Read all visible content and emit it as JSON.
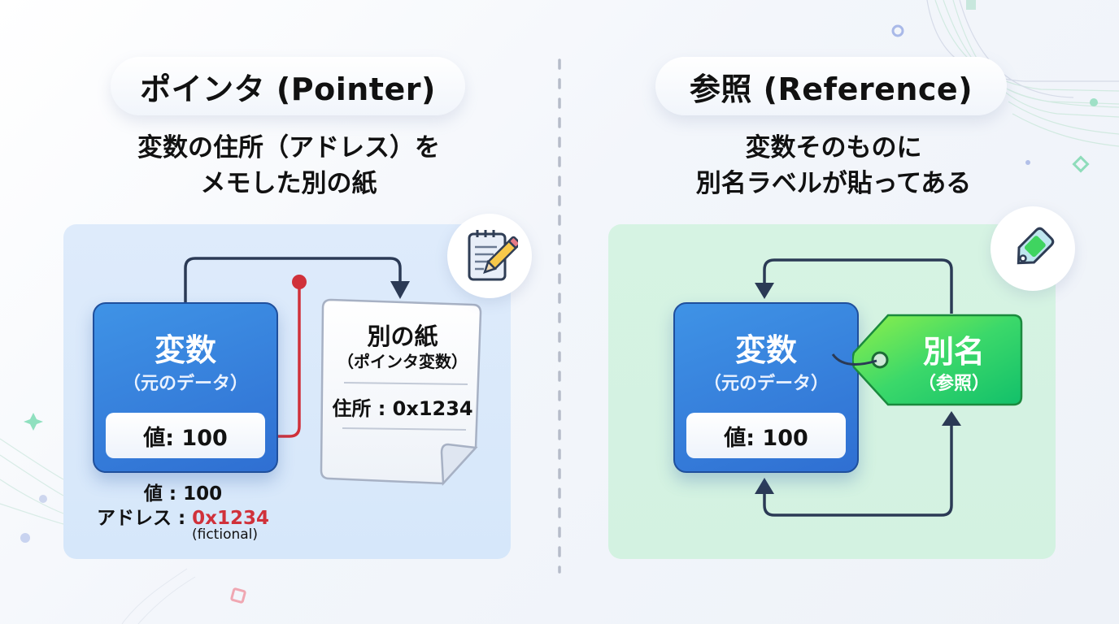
{
  "left": {
    "title": "ポインタ (Pointer)",
    "subtitle_line1": "変数の住所（アドレス）を",
    "subtitle_line2": "メモした別の紙",
    "icon": "notepad-pencil-icon",
    "variable": {
      "title": "変数",
      "subtitle": "（元のデータ）",
      "value": "値: 100"
    },
    "paper": {
      "title": "別の紙",
      "subtitle": "（ポインタ変数）",
      "address": "住所 : 0x1234"
    },
    "caption": {
      "value": "値 : 100",
      "address_label": "アドレス : ",
      "address_value": "0x1234",
      "note": "(fictional)"
    }
  },
  "right": {
    "title": "参照 (Reference)",
    "subtitle_line1": "変数そのものに",
    "subtitle_line2": "別名ラベルが貼ってある",
    "icon": "tag-icon",
    "variable": {
      "title": "変数",
      "subtitle": "（元のデータ）",
      "value": "値: 100"
    },
    "tag": {
      "title": "別名",
      "subtitle": "（参照）"
    }
  },
  "colors": {
    "pointer_red": "#d0313a",
    "arrow_dark": "#2b3a55",
    "variable_blue": "#3377d8",
    "tag_green": "#2ecf62",
    "left_panel": "#dce9fb",
    "right_panel": "#d5f3e3"
  }
}
